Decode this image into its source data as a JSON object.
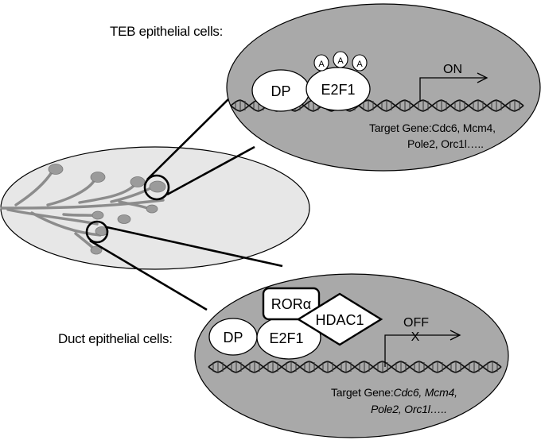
{
  "panels": {
    "teb": {
      "title": "TEB epithelial cells:",
      "acetyl_mark": "A",
      "dp": "DP",
      "e2f1": "E2F1",
      "status": "ON",
      "target_prefix": "Target Gene:",
      "target_line1_genes": "Cdc6, Mcm4,",
      "target_line2": "Pole2, Orc1l….."
    },
    "duct": {
      "title": "Duct epithelial cells:",
      "ror": "RORα",
      "hdac": "HDAC1",
      "dp": "DP",
      "e2f1": "E2F1",
      "status": "OFF",
      "blocked_mark": "X",
      "target_prefix": "Target Gene:",
      "target_line1_genes": "Cdc6, Mcm4,",
      "target_line2": "Pole2, Orc1l….."
    }
  },
  "colors": {
    "panel_fill": "#a9a9a9",
    "gland_fill": "#e7e7e7",
    "duct_stroke": "#8c8c8c",
    "bud_fill": "#9b9b9b",
    "line": "#000000",
    "protein_fill": "#ffffff"
  }
}
